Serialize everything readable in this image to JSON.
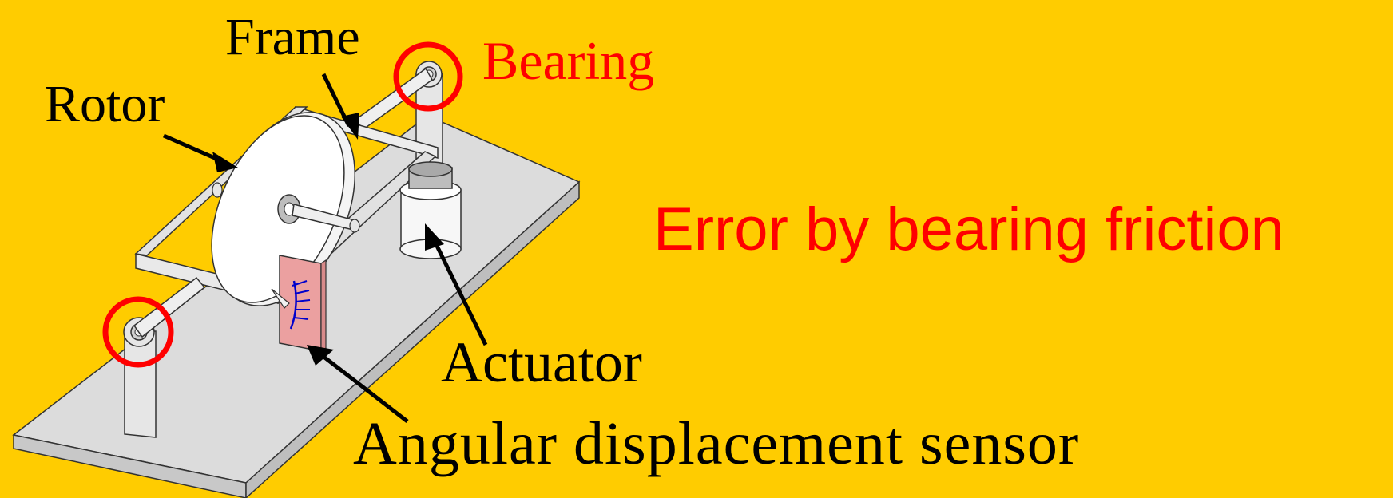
{
  "labels": {
    "frame": "Frame",
    "rotor": "Rotor",
    "bearing": "Bearing",
    "actuator": "Actuator",
    "sensor": "Angular displacement sensor",
    "error": "Error by bearing friction"
  },
  "colors": {
    "background": "#FFCC00",
    "label_text": "#000000",
    "highlight": "#FF0000",
    "base_plate": "#DCDCDC",
    "rotor_disc": "#FFFFFF",
    "sensor_plate": "#EBA0A0",
    "sensor_scale": "#0000CC"
  }
}
